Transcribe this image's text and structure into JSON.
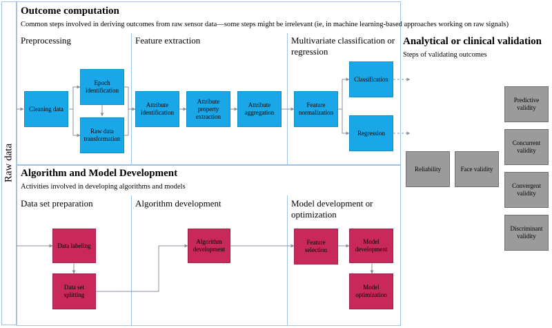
{
  "raw_data_label": "Raw data",
  "outcome": {
    "title": "Outcome computation",
    "subtitle": "Common steps involved in deriving outcomes from raw sensor data—some steps might be irrelevant (ie, in machine learning-based approaches working on raw signals)",
    "columns": {
      "preprocessing": "Preprocessing",
      "feature_extraction": "Feature extraction",
      "classification_regression": "Multivariate classification or regression"
    },
    "steps": {
      "cleaning": "Cleaning data",
      "epoch": "Epoch identification",
      "raw_transform": "Raw data transformation",
      "attr_ident": "Attribute identification",
      "attr_prop": "Attribute property extraction",
      "attr_agg": "Attribute aggregation",
      "feat_norm": "Feature normalization",
      "classification": "Classification",
      "regression": "Regression"
    }
  },
  "validation": {
    "title": "Analytical or clinical validation",
    "subtitle": "Steps of validating outcomes",
    "steps": {
      "reliability": "Reliability",
      "face": "Face validity",
      "predictive": "Predictive validity",
      "concurrent": "Concurrent validity",
      "convergent": "Convergent validity",
      "discriminant": "Discriminant validity"
    }
  },
  "algorithm": {
    "title": "Algorithm and Model Development",
    "subtitle": "Activities involved in developing algorithms and models",
    "columns": {
      "dataset_prep": "Data set preparation",
      "algo_dev": "Algorithm development",
      "model_dev": "Model development or optimization"
    },
    "steps": {
      "labeling": "Data labeling",
      "splitting": "Data set splitting",
      "algo_development": "Algorithm development",
      "feat_selection": "Feature selection",
      "model_development": "Model development",
      "model_optimization": "Model optimization"
    }
  },
  "colors": {
    "outcome_box": "#1aa7e8",
    "algorithm_box": "#c8285a",
    "validation_box": "#9b9b9b",
    "frame": "#9dc3e6",
    "connector": "#8c8c9c"
  }
}
